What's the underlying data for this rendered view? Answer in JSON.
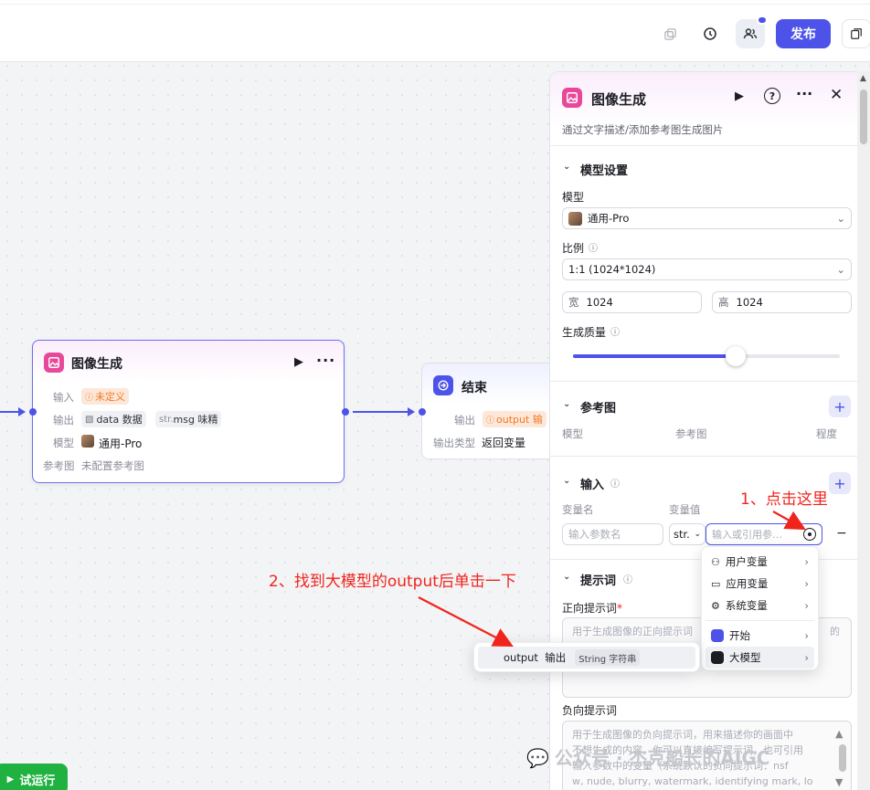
{
  "topbar": {
    "publish_label": "发布"
  },
  "node_image": {
    "title": "图像生成",
    "input_label": "输入",
    "input_tag": "未定义",
    "output_label": "输出",
    "output_var1": "data",
    "output_var1_type": "数据",
    "output_var2_prefix": "str.",
    "output_var2": "msg",
    "output_var2_type": "味精",
    "model_label": "模型",
    "model_value": "通用-Pro",
    "ref_label": "参考图",
    "ref_value": "未配置参考图"
  },
  "node_end": {
    "title": "结束",
    "output_label": "输出",
    "output_tag": "output",
    "output_tag_extra": "输",
    "output_type_label": "输出类型",
    "output_type_value": "返回变量"
  },
  "panel": {
    "title": "图像生成",
    "subtitle": "通过文字描述/添加参考图生成图片",
    "model_settings": {
      "title": "模型设置",
      "model_label": "模型",
      "model_value": "通用-Pro",
      "ratio_label": "比例",
      "ratio_value": "1:1 (1024*1024)",
      "width_prefix": "宽",
      "width_value": "1024",
      "height_prefix": "高",
      "height_value": "1024",
      "quality_label": "生成质量",
      "quality_level": 0.61
    },
    "reference": {
      "title": "参考图",
      "col_model": "模型",
      "col_ref": "参考图",
      "col_degree": "程度"
    },
    "input": {
      "title": "输入",
      "col_name": "变量名",
      "col_value": "变量值",
      "name_placeholder": "输入参数名",
      "type_value": "str.",
      "value_placeholder": "输入或引用参…"
    },
    "prompt": {
      "title": "提示词",
      "positive_label": "正向提示词",
      "required_mark": "*",
      "positive_placeholder": "用于生成图像的正向提示词",
      "positive_placeholder_tail": "的",
      "negative_label": "负向提示词",
      "negative_lines": [
        "用于生成图像的负向提示词，用来描述你的画面中",
        "不想生成的内容，你可以直接编写提示词，也可引用",
        "输入参数中的变量（系统默认的负向提示词：nsf",
        "w, nude, blurry, watermark, identifying mark, lo"
      ]
    }
  },
  "var_menu": {
    "items": [
      {
        "label": "用户变量",
        "icon": "user-icon"
      },
      {
        "label": "应用变量",
        "icon": "folder-icon"
      },
      {
        "label": "系统变量",
        "icon": "gear-icon"
      },
      {
        "label": "开始",
        "icon": "start-node-icon"
      },
      {
        "label": "大模型",
        "icon": "llm-node-icon"
      }
    ]
  },
  "sub_menu": {
    "var_name": "output",
    "var_desc": "输出",
    "var_type": "String 字符串"
  },
  "annotations": {
    "step1": "1、点击这里",
    "step2": "2、找到大模型的output后单击一下"
  },
  "trial_run": {
    "label": "试运行"
  },
  "watermark": {
    "text": "公众号 · 杰克船长的AIGC"
  },
  "colors": {
    "accent": "#4d53e8",
    "warning": "#f07a26",
    "annotation": "#f1241d",
    "trial_green": "#1fb240",
    "node_pink": "#e8489a"
  }
}
